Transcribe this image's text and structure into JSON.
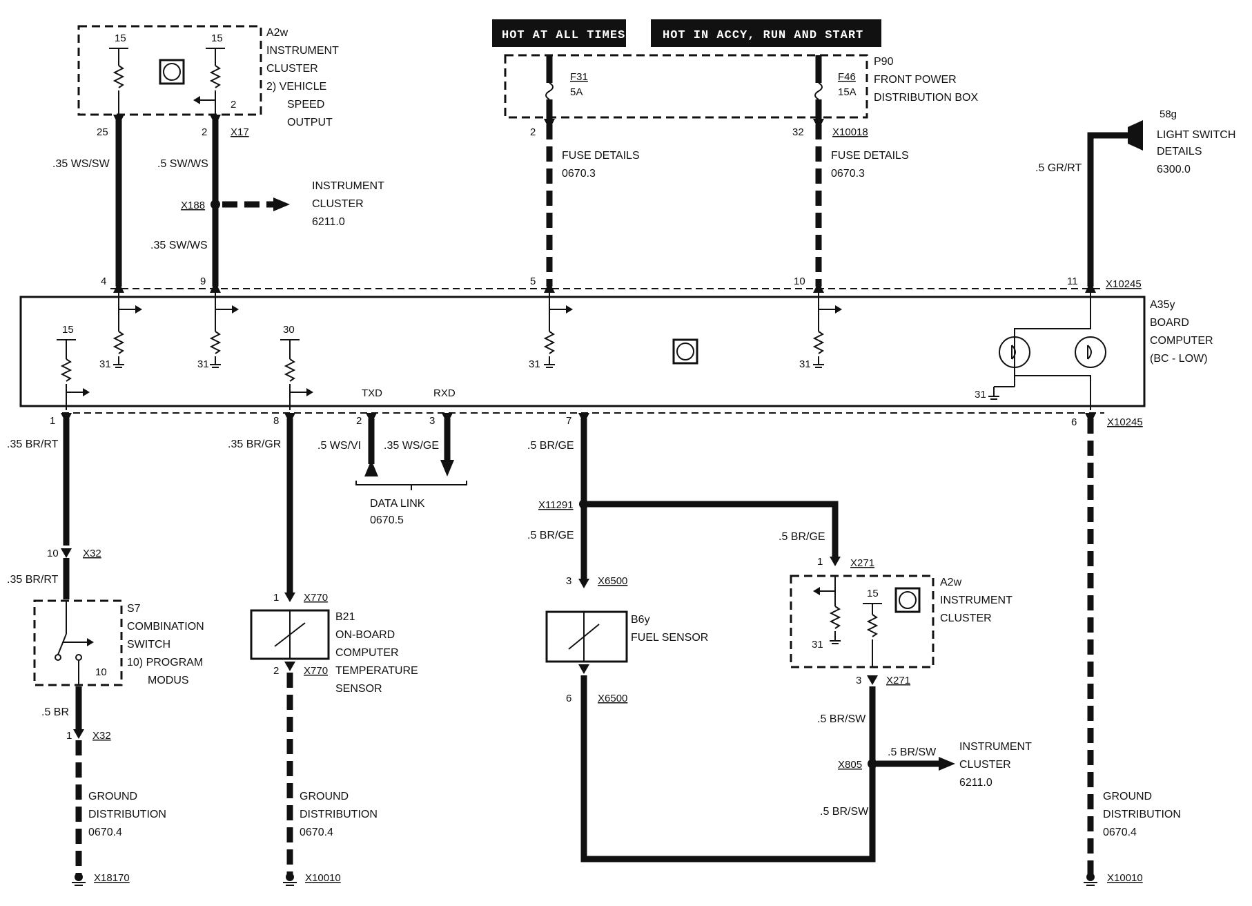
{
  "headers": {
    "hot_always": "HOT AT ALL TIMES",
    "hot_accy": "HOT IN ACCY, RUN AND START"
  },
  "a2w_top": {
    "line1": "A2w",
    "line2": "INSTRUMENT",
    "line3": "CLUSTER",
    "line4": "2)  VEHICLE",
    "line5": "SPEED",
    "line6": "OUTPUT",
    "pin15a": "15",
    "pin15b": "15",
    "pin2": "2"
  },
  "p90": {
    "line1": "P90",
    "line2": "FRONT POWER",
    "line3": "DISTRIBUTION BOX",
    "f31": "F31",
    "f31_rating": "5A",
    "f46": "F46",
    "f46_rating": "15A"
  },
  "light_switch": {
    "pin": "58g",
    "line1": "LIGHT SWITCH",
    "line2": "DETAILS",
    "line3": "6300.0",
    "wire": ".5 GR/RT"
  },
  "fuse_details_left": {
    "line1": "FUSE DETAILS",
    "line2": "0670.3",
    "pin_top": "2",
    "pin_bc": "5"
  },
  "fuse_details_right": {
    "line1": "FUSE DETAILS",
    "line2": "0670.3",
    "pin_top": "32",
    "conn": "X10018",
    "pin_bc": "10"
  },
  "top_wires": {
    "w1": ".35 WS/SW",
    "w2": ".5 SW/WS",
    "w3": ".35 SW/WS",
    "pin25": "25",
    "pin2": "2",
    "conn_x17": "X17",
    "pin4": "4",
    "pin9": "9",
    "pin11": "11",
    "conn_top": "X10245"
  },
  "x188": {
    "conn": "X188",
    "line1": "INSTRUMENT",
    "line2": "CLUSTER",
    "line3": "6211.0"
  },
  "a35y": {
    "line1": "A35y",
    "line2": "BOARD",
    "line3": "COMPUTER",
    "line4": "(BC - LOW)",
    "txd": "TXD",
    "rxd": "RXD",
    "pin15": "15",
    "pin30": "30",
    "g31": "31"
  },
  "bottom_pins": {
    "p1": "1",
    "p8": "8",
    "p2": "2",
    "p3": "3",
    "p7": "7",
    "p6": "6",
    "conn": "X10245"
  },
  "data_link": {
    "w_txd": ".5  WS/VI",
    "w_rxd": ".35 WS/GE",
    "line1": "DATA LINK",
    "line2": "0670.5"
  },
  "s7": {
    "wire1": ".35 BR/RT",
    "pin10": "10",
    "conn": "X32",
    "wire2": ".35 BR/RT",
    "line1": "S7",
    "line2": "COMBINATION",
    "line3": "SWITCH",
    "line4": "10) PROGRAM",
    "line5": "MODUS",
    "inner10": "10",
    "wire3": ".5 BR",
    "pin1": "1",
    "conn2": "X32"
  },
  "b21": {
    "wire": ".35 BR/GR",
    "pin1": "1",
    "conn1": "X770",
    "pin2": "2",
    "conn2": "X770",
    "line1": "B21",
    "line2": "ON-BOARD",
    "line3": "COMPUTER",
    "line4": "TEMPERATURE",
    "line5": "SENSOR"
  },
  "b6y": {
    "wire1": ".5 BR/GE",
    "splice": "X11291",
    "wire2": ".5 BR/GE",
    "pin3": "3",
    "conn1": "X6500",
    "pin6": "6",
    "conn2": "X6500",
    "line1": "B6y",
    "line2": "FUEL SENSOR"
  },
  "a2w_bottom": {
    "wire": ".5 BR/GE",
    "pin1": "1",
    "conn1": "X271",
    "line1": "A2w",
    "line2": "INSTRUMENT",
    "line3": "CLUSTER",
    "pin15": "15",
    "g31": "31",
    "pin3": "3",
    "conn2": "X271",
    "wire2": ".5 BR/SW",
    "splice": "X805",
    "wire3": ".5 BR/SW",
    "wire4": ".5 BR/SW",
    "dest1": "INSTRUMENT",
    "dest2": "CLUSTER",
    "dest3": "6211.0"
  },
  "grounds": {
    "g1": {
      "line1": "GROUND",
      "line2": "DISTRIBUTION",
      "line3": "0670.4",
      "conn": "X18170"
    },
    "g2": {
      "line1": "GROUND",
      "line2": "DISTRIBUTION",
      "line3": "0670.4",
      "conn": "X10010"
    },
    "g3": {
      "line1": "GROUND",
      "line2": "DISTRIBUTION",
      "line3": "0670.4",
      "conn": "X10010"
    }
  },
  "right_bottom_pin": "6"
}
